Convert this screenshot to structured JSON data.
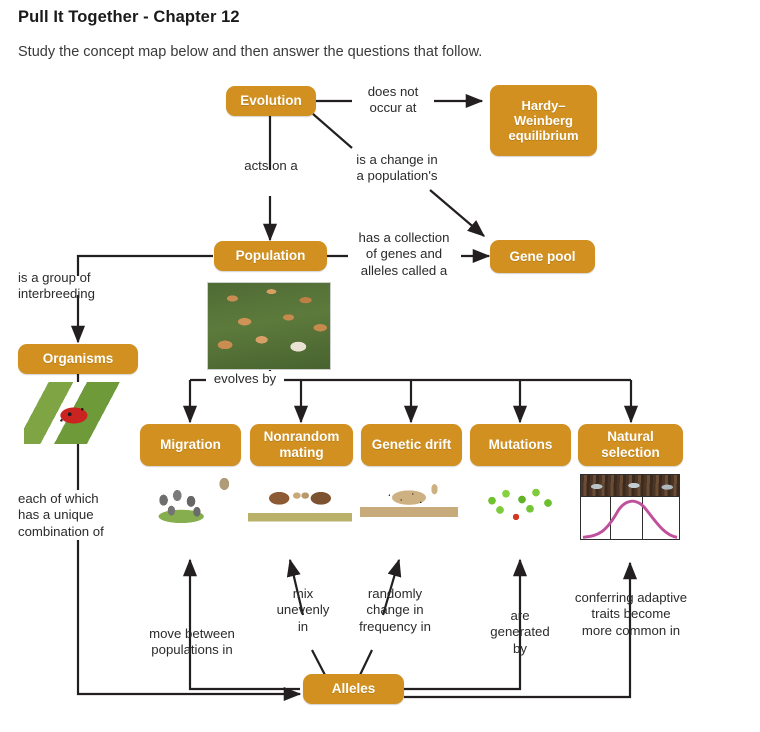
{
  "header": {
    "title": "Pull It Together - Chapter 12",
    "subtitle": "Study the concept map below and then answer the questions that follow."
  },
  "theme": {
    "node_fill": "#d1901f",
    "node_text": "#ffffff",
    "wire_color": "#231f20",
    "page_background": "#ffffff",
    "label_text": "#2b2b2b",
    "graph_curve": "#c0509c"
  },
  "concept_map": {
    "nodes": [
      {
        "id": "evolution",
        "label": "Evolution"
      },
      {
        "id": "hardy_weinberg",
        "label": "Hardy–Weinberg equilibrium"
      },
      {
        "id": "population",
        "label": "Population"
      },
      {
        "id": "gene_pool",
        "label": "Gene pool"
      },
      {
        "id": "organisms",
        "label": "Organisms"
      },
      {
        "id": "migration",
        "label": "Migration"
      },
      {
        "id": "nonrandom_mating",
        "label": "Nonrandom mating"
      },
      {
        "id": "genetic_drift",
        "label": "Genetic drift"
      },
      {
        "id": "mutations",
        "label": "Mutations"
      },
      {
        "id": "natural_selection",
        "label": "Natural selection"
      },
      {
        "id": "alleles",
        "label": "Alleles"
      }
    ],
    "connector_labels": [
      {
        "id": "does_not_occur_at",
        "text": "does not\noccur at",
        "from": "evolution",
        "to": "hardy_weinberg"
      },
      {
        "id": "acts_on_a",
        "text": "acts on a",
        "from": "evolution",
        "to": "population"
      },
      {
        "id": "is_a_change_in",
        "text": "is a change in\na population's",
        "from": "evolution",
        "to": "gene_pool"
      },
      {
        "id": "has_a_collection",
        "text": "has a collection\nof genes and\nalleles called a",
        "from": "population",
        "to": "gene_pool"
      },
      {
        "id": "is_a_group_of",
        "text": "is a group of\ninterbreeding",
        "from": "population",
        "to": "organisms"
      },
      {
        "id": "evolves_by",
        "text": "evolves by",
        "from": "population",
        "to": "mechanisms"
      },
      {
        "id": "each_of_which",
        "text": "each of which\nhas a unique\ncombination of",
        "from": "organisms",
        "to": "alleles"
      },
      {
        "id": "move_between",
        "text": "move between\npopulations in",
        "from": "alleles",
        "to": "migration"
      },
      {
        "id": "mix_unevenly",
        "text": "mix\nunevenly\nin",
        "from": "alleles",
        "to": "nonrandom_mating"
      },
      {
        "id": "randomly_change",
        "text": "randomly\nchange in\nfrequency in",
        "from": "alleles",
        "to": "genetic_drift"
      },
      {
        "id": "are_generated_by",
        "text": "are\ngenerated\nby",
        "from": "alleles",
        "to": "mutations"
      },
      {
        "id": "conferring_adaptive",
        "text": "conferring adaptive\ntraits become\nmore common in",
        "from": "alleles",
        "to": "natural_selection"
      }
    ],
    "photos": [
      {
        "id": "population-herd-photo",
        "caption": "herd of animals in a grassy field"
      },
      {
        "id": "ladybug-photo",
        "caption": "ladybugs on a green leaf"
      },
      {
        "id": "rabbits-photo",
        "caption": "rabbits with one leaving the group"
      },
      {
        "id": "rams-photo",
        "caption": "two rams butting heads"
      },
      {
        "id": "cheetah-photo",
        "caption": "cheetah standing"
      },
      {
        "id": "beads-photo",
        "caption": "cluster of green beads with one red bead"
      },
      {
        "id": "moth-graph-photo",
        "caption": "peppered moths on bark above a frequency distribution curve"
      }
    ]
  }
}
